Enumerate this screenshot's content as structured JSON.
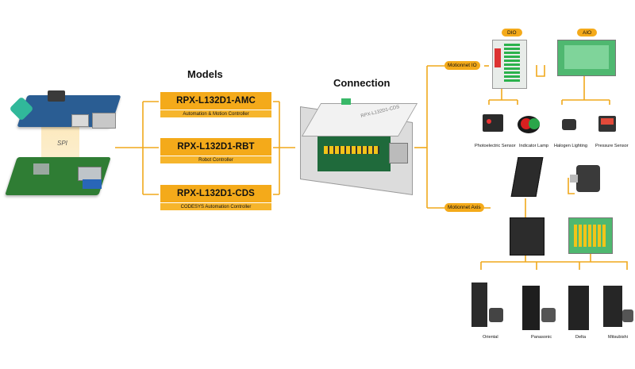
{
  "headings": {
    "models": "Models",
    "connection": "Connection"
  },
  "spi_label": "SPI",
  "models": [
    {
      "name": "RPX-L132D1-AMC",
      "desc": "Automation & Motion Controller"
    },
    {
      "name": "RPX-L132D1-RBT",
      "desc": "Robot Controller"
    },
    {
      "name": "RPX-L132D1-CDS",
      "desc": "CODESYS Automation Controller"
    }
  ],
  "device_label": "RPX-L132D1-CDS",
  "branches": {
    "io": "Motionnet IO",
    "axis": "Motionnet Axis"
  },
  "io_modules": {
    "dio": "DIO",
    "aio": "AIO"
  },
  "io_devices": [
    "Photoelectric Sensor",
    "Indicator Lamp",
    "Halogen Lighting",
    "Pressure Sensor"
  ],
  "servo_brands": [
    "Oriental",
    "Panasonic",
    "Delta",
    "Mitsubishi"
  ],
  "colors": {
    "accent": "#f4aa1a",
    "line": "#f0a81c"
  }
}
